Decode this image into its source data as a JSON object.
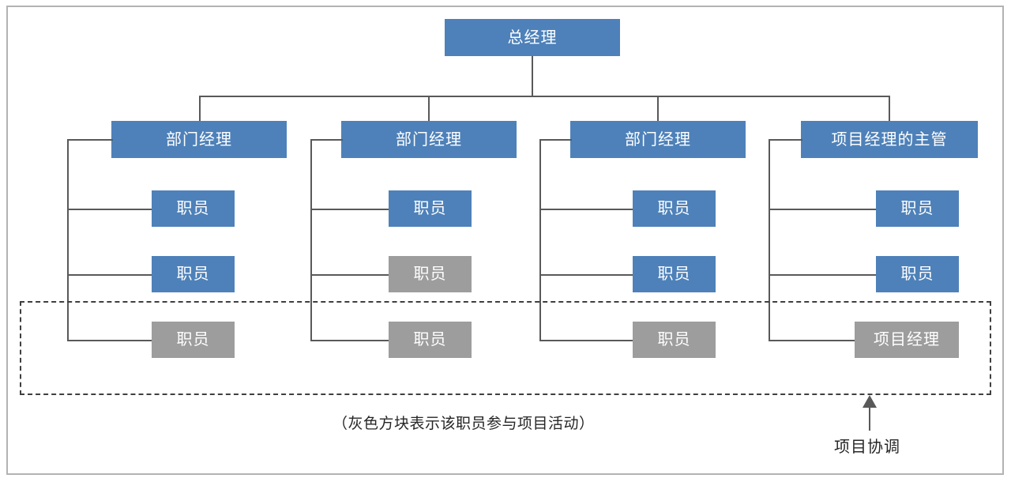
{
  "diagram": {
    "type": "organization-chart",
    "title_node": {
      "label": "总经理",
      "color": "blue"
    },
    "columns": [
      {
        "id": "col-1",
        "manager": {
          "label": "部门经理",
          "color": "blue"
        },
        "members": [
          {
            "label": "职员",
            "color": "blue"
          },
          {
            "label": "职员",
            "color": "blue"
          },
          {
            "label": "职员",
            "color": "gray"
          }
        ]
      },
      {
        "id": "col-2",
        "manager": {
          "label": "部门经理",
          "color": "blue"
        },
        "members": [
          {
            "label": "职员",
            "color": "blue"
          },
          {
            "label": "职员",
            "color": "gray"
          },
          {
            "label": "职员",
            "color": "gray"
          }
        ]
      },
      {
        "id": "col-3",
        "manager": {
          "label": "部门经理",
          "color": "blue"
        },
        "members": [
          {
            "label": "职员",
            "color": "blue"
          },
          {
            "label": "职员",
            "color": "blue"
          },
          {
            "label": "职员",
            "color": "gray"
          }
        ]
      },
      {
        "id": "col-4",
        "manager": {
          "label": "项目经理的主管",
          "color": "blue"
        },
        "members": [
          {
            "label": "职员",
            "color": "blue"
          },
          {
            "label": "职员",
            "color": "blue"
          },
          {
            "label": "项目经理",
            "color": "gray"
          }
        ]
      }
    ],
    "caption": "（灰色方块表示该职员参与项目活动）",
    "annotation": {
      "label": "项目协调"
    },
    "colors": {
      "node_blue": "#4e81b9",
      "node_gray": "#9d9d9d",
      "connector": "#595959",
      "dashed_border": "#3f3f3f",
      "frame_border": "#b3b3b3",
      "text_on_node": "#ffffff",
      "text_caption": "#262626"
    }
  }
}
